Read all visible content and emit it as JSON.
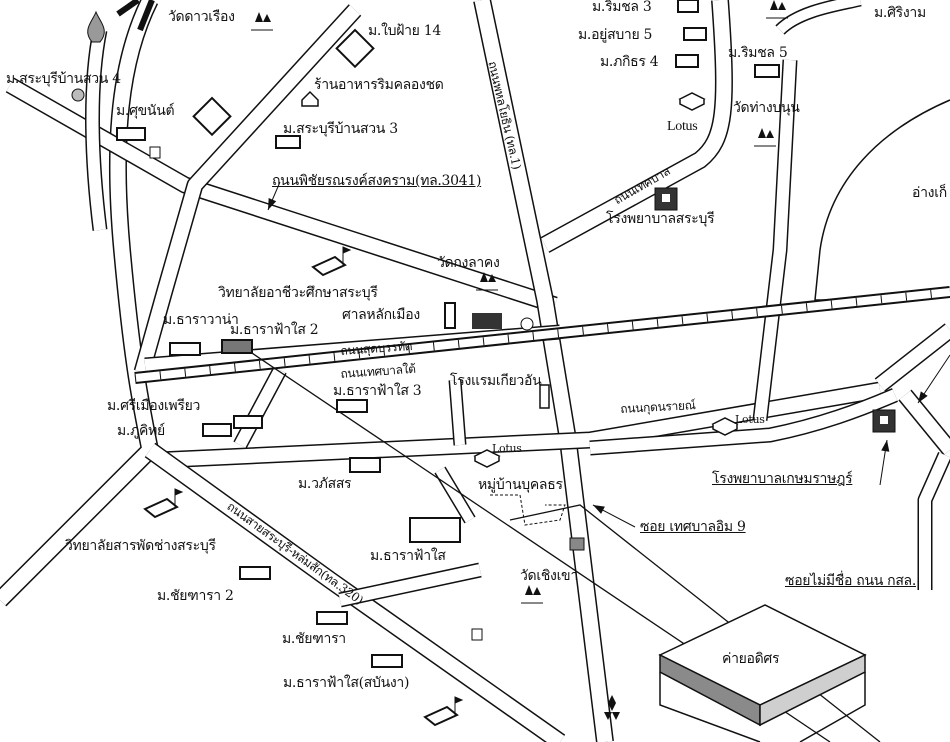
{
  "map": {
    "style": "black-and-white scanned location map",
    "colors": {
      "ink": "#111111",
      "paper": "#ffffff",
      "hatch": "#777777",
      "camp_dark": "#8a8a8a",
      "camp_light": "#cfcfcf"
    },
    "labels": {
      "wat_daoruang": "วัดดาวเรือง",
      "m_baifai14": "ม.ใบฝ้าย 14",
      "m_saraburi_bansuan4": "ม.สระบุรีบ้านสวน 4",
      "restaurant": "ร้านอาหารริมคลองชด",
      "m_sukhanan": "ม.ศุขนันต์",
      "m_saraburi_bansuan3": "ม.สระบุรีบ้านสวน 3",
      "road_phichai": "ถนนพิชัยรณรงค์สงคราม(ทล.3041)",
      "m_rimchon3": "ม.ริมชล 3",
      "m_yusabai5": "ม.อยู่สบาย 5",
      "m_phakithorn4": "ม.ภกิธร 4",
      "m_rimchon5": "ม.ริมชล 5",
      "lotus_north": "Lotus",
      "wat_thangam": "วัดท่างบนุน",
      "m_sirangam": "ม.ศิริงาม",
      "reservoir": "อ่างเก็",
      "hospital_saraburi": "โรงพยาบาลสระบุรี",
      "road_phahonyothin": "ถนนพหลโยธิน (ทล.1)",
      "road_thetsaban": "ถนนเทศบาล",
      "wat_kongkhakhong": "วัดกงลาคง",
      "college_vocational": "วิทยาลัยอาชีวะศึกษาสระบุรี",
      "city_pillar": "ศาลหลักเมือง",
      "m_tharawana": "ม.ธาราวาน่า",
      "m_tharafaisai2": "ม.ธาราฟ้าใส 2",
      "road_sudbanthat": "ถนนสุดบรรทัด",
      "road_thetsaban_tai": "ถนนเทศบาลใต้",
      "m_tharafaisai3": "ม.ธาราฟ้าใส 3",
      "hotel_kiewan": "โรงแรมเกียวอัน",
      "m_srimuang": "ม.ศรีเมืองเพรียว",
      "m_phukit": "ม.ภูคิทย์",
      "road_kudnarai": "ถนนกุดนรายณ์",
      "lotus_east": "Lotus",
      "lotus_center": "Lotus",
      "m_waphatsorn": "ม.วภัสสร",
      "village_bukkhon": "หมู่บ้านบุคลธร",
      "soi_thetsaban9": "ซอย เทศบาลอิม 9",
      "hospital_kasemrad": "โรงพยาบาลเกษมราษฎร์",
      "soi_unnamed": "ซอยไม่มีชื่อ ถนน กสล.",
      "wat_choengkhao": "วัดเชิงเขา",
      "college_polytechnic": "วิทยาลัยสารพัดช่างสระบุรี",
      "m_tharafaisai": "ม.ธาราฟ้าใส",
      "m_chaithara2": "ม.ชัยฑารา 2",
      "m_chaithara": "ม.ชัยฑารา",
      "m_tharafaisai_sabunga": "ม.ธาราฟ้าใส(สบันงา)",
      "road_320": "ถนนสายสระบุรี-หล่มสัก(ทล.320)",
      "camp_adisorn": "ค่ายอดิศร"
    },
    "icons": [
      "temple-icon",
      "hospital-icon",
      "lotus-store-icon",
      "school-flag-icon",
      "city-pillar-icon",
      "gas-station-icon",
      "post-box-icon",
      "arrow-marker-icon",
      "mitsubishi-logo-icon",
      "restaurant-icon",
      "hotel-icon"
    ]
  }
}
